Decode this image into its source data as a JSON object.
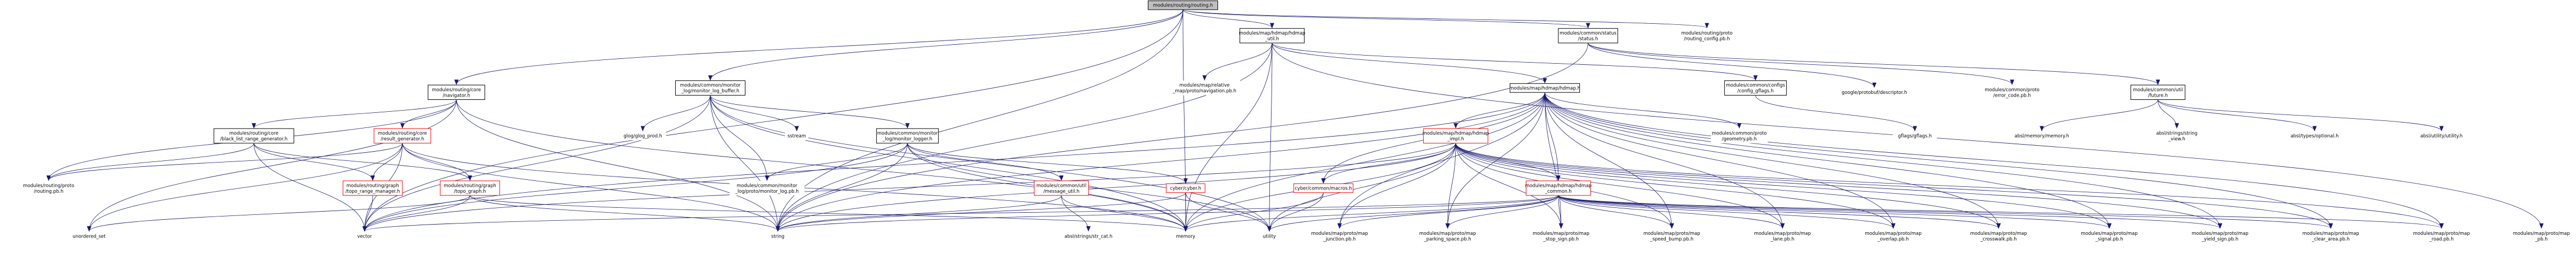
{
  "colors": {
    "edge": "#191970",
    "root_fill": "#bfbfbf",
    "node_border_black": "#000000",
    "node_border_red": "#ff0000",
    "text": "#000000"
  },
  "nodes": [
    {
      "id": "root",
      "lines": [
        "modules/routing/routing.h"
      ],
      "border": "black",
      "fill": "gray"
    },
    {
      "id": "hdmap_util",
      "lines": [
        "modules/map/hdmap/hdmap",
        "_util.h"
      ],
      "border": "black"
    },
    {
      "id": "status",
      "lines": [
        "modules/common/status",
        "/status.h"
      ],
      "border": "black"
    },
    {
      "id": "routing_config",
      "lines": [
        "modules/routing/proto",
        "/routing_config.pb.h"
      ],
      "border": "none"
    },
    {
      "id": "navigator",
      "lines": [
        "modules/routing/core",
        "/navigator.h"
      ],
      "border": "black"
    },
    {
      "id": "log_buffer",
      "lines": [
        "modules/common/monitor",
        "_log/monitor_log_buffer.h"
      ],
      "border": "black"
    },
    {
      "id": "relative_map",
      "lines": [
        "modules/map/relative",
        "_map/proto/navigation.pb.h"
      ],
      "border": "none"
    },
    {
      "id": "hdmap_h",
      "lines": [
        "modules/map/hdmap/hdmap.h"
      ],
      "border": "black"
    },
    {
      "id": "configs",
      "lines": [
        "modules/common/configs",
        "/config_gflags.h"
      ],
      "border": "black"
    },
    {
      "id": "descriptor",
      "lines": [
        "google/protobuf/descriptor.h"
      ],
      "border": "none"
    },
    {
      "id": "error_code",
      "lines": [
        "modules/common/proto",
        "/error_code.pb.h"
      ],
      "border": "none"
    },
    {
      "id": "future",
      "lines": [
        "modules/common/util",
        "/future.h"
      ],
      "border": "black"
    },
    {
      "id": "blacklist",
      "lines": [
        "modules/routing/core",
        "/black_list_range_generator.h"
      ],
      "border": "black"
    },
    {
      "id": "result_gen",
      "lines": [
        "modules/routing/core",
        "/result_generator.h"
      ],
      "border": "red"
    },
    {
      "id": "glog",
      "lines": [
        "glog/glog_prod.h"
      ],
      "border": "none"
    },
    {
      "id": "sstream",
      "lines": [
        "sstream"
      ],
      "border": "none"
    },
    {
      "id": "monitor_logger",
      "lines": [
        "modules/common/monitor",
        "_log/monitor_logger.h"
      ],
      "border": "black"
    },
    {
      "id": "hdmap_impl",
      "lines": [
        "modules/map/hdmap/hdmap",
        "_impl.h"
      ],
      "border": "red"
    },
    {
      "id": "geometry",
      "lines": [
        "modules/common/proto",
        "/geometry.pb.h"
      ],
      "border": "none"
    },
    {
      "id": "gflags",
      "lines": [
        "gflags/gflags.h"
      ],
      "border": "none"
    },
    {
      "id": "abseil_memory",
      "lines": [
        "absl/memory/memory.h"
      ],
      "border": "none"
    },
    {
      "id": "string_view",
      "lines": [
        "absl/strings/string",
        "_view.h"
      ],
      "border": "none"
    },
    {
      "id": "optional",
      "lines": [
        "absl/types/optional.h"
      ],
      "border": "none"
    },
    {
      "id": "absl_utility",
      "lines": [
        "absl/utility/utility.h"
      ],
      "border": "none"
    },
    {
      "id": "routing_pb",
      "lines": [
        "modules/routing/proto",
        "/routing.pb.h"
      ],
      "border": "none"
    },
    {
      "id": "topo_range_mgr",
      "lines": [
        "modules/routing/graph",
        "/topo_range_manager.h"
      ],
      "border": "red"
    },
    {
      "id": "topo_graph",
      "lines": [
        "modules/routing/graph",
        "/topo_graph.h"
      ],
      "border": "red"
    },
    {
      "id": "monitor_log_pb",
      "lines": [
        "modules/common/monitor",
        "_log/proto/monitor_log.pb.h"
      ],
      "border": "none"
    },
    {
      "id": "message_util",
      "lines": [
        "modules/common/util",
        "/message_util.h"
      ],
      "border": "red"
    },
    {
      "id": "cyber",
      "lines": [
        "cyber/cyber.h"
      ],
      "border": "red"
    },
    {
      "id": "macros",
      "lines": [
        "cyber/common/macros.h"
      ],
      "border": "red"
    },
    {
      "id": "hdmap_common",
      "lines": [
        "modules/map/hdmap/hdmap",
        "_common.h"
      ],
      "border": "red"
    },
    {
      "id": "unordered_set",
      "lines": [
        "unordered_set"
      ],
      "border": "none"
    },
    {
      "id": "vector",
      "lines": [
        "vector"
      ],
      "border": "none"
    },
    {
      "id": "string",
      "lines": [
        "string"
      ],
      "border": "none"
    },
    {
      "id": "str_cat",
      "lines": [
        "absl/strings/str_cat.h"
      ],
      "border": "none"
    },
    {
      "id": "memory",
      "lines": [
        "memory"
      ],
      "border": "none"
    },
    {
      "id": "utility",
      "lines": [
        "utility"
      ],
      "border": "none"
    },
    {
      "id": "junction",
      "lines": [
        "modules/map/proto/map",
        "_junction.pb.h"
      ],
      "border": "none"
    },
    {
      "id": "parking",
      "lines": [
        "modules/map/proto/map",
        "_parking_space.pb.h"
      ],
      "border": "none"
    },
    {
      "id": "stop_sign",
      "lines": [
        "modules/map/proto/map",
        "_stop_sign.pb.h"
      ],
      "border": "none"
    },
    {
      "id": "speed_bump",
      "lines": [
        "modules/map/proto/map",
        "_speed_bump.pb.h"
      ],
      "border": "none"
    },
    {
      "id": "lane",
      "lines": [
        "modules/map/proto/map",
        "_lane.pb.h"
      ],
      "border": "none"
    },
    {
      "id": "overlap",
      "lines": [
        "modules/map/proto/map",
        "_overlap.pb.h"
      ],
      "border": "none"
    },
    {
      "id": "crosswalk",
      "lines": [
        "modules/map/proto/map",
        "_crosswalk.pb.h"
      ],
      "border": "none"
    },
    {
      "id": "signal",
      "lines": [
        "modules/map/proto/map",
        "_signal.pb.h"
      ],
      "border": "none"
    },
    {
      "id": "yield",
      "lines": [
        "modules/map/proto/map",
        "_yield_sign.pb.h"
      ],
      "border": "none"
    },
    {
      "id": "clear_area",
      "lines": [
        "modules/map/proto/map",
        "_clear_area.pb.h"
      ],
      "border": "none"
    },
    {
      "id": "road",
      "lines": [
        "modules/map/proto/map",
        "_road.pb.h"
      ],
      "border": "none"
    },
    {
      "id": "pb_h",
      "lines": [
        "modules/map/proto/map",
        "_pb.h"
      ],
      "border": "none"
    }
  ]
}
